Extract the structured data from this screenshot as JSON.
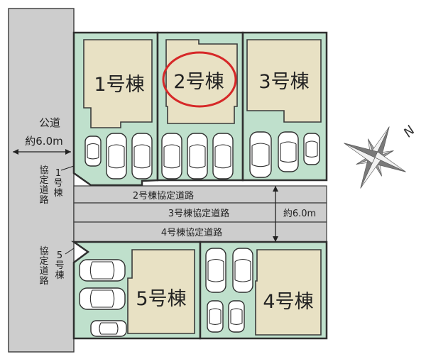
{
  "lots": [
    {
      "id": "lot1",
      "label": "1号棟",
      "highlighted": false
    },
    {
      "id": "lot2",
      "label": "2号棟",
      "highlighted": true
    },
    {
      "id": "lot3",
      "label": "3号棟",
      "highlighted": false
    },
    {
      "id": "lot4",
      "label": "4号棟",
      "highlighted": false
    },
    {
      "id": "lot5",
      "label": "5号棟",
      "highlighted": false
    }
  ],
  "roads": {
    "public_road_name": "公道",
    "public_road_width": "約6.0m",
    "road2": "2号棟協定道路",
    "road3": "3号棟協定道路",
    "road4": "4号棟協定道路",
    "private_road_width": "約6.0m",
    "lot1_side_road_chars": [
      "協",
      "定",
      "道",
      "路"
    ],
    "lot1_side_num_chars": [
      "1",
      "号",
      "棟"
    ],
    "lot5_side_road_chars": [
      "協",
      "定",
      "道",
      "路"
    ],
    "lot5_side_num_chars": [
      "5",
      "号",
      "棟"
    ]
  },
  "compass": {
    "north_label": "N",
    "icon": "compass-rose-icon"
  },
  "colors": {
    "lot_fill": "#bfe0cc",
    "house_fill": "#e8e1c4",
    "road_fill": "#cdcdcd",
    "highlight_ring": "#d62828"
  }
}
